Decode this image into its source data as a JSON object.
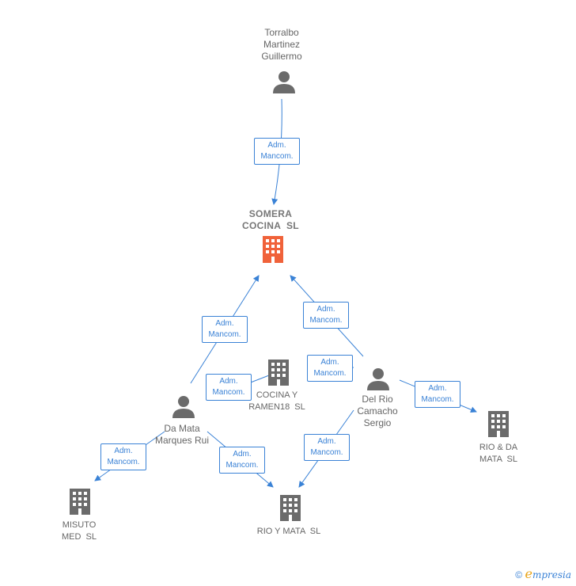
{
  "nodes": {
    "torralbo": {
      "label_lines": [
        "Torralbo",
        "Martinez",
        "Guillermo"
      ],
      "type": "person-icon"
    },
    "somera": {
      "label_lines": [
        "SOMERA",
        "COCINA  SL"
      ],
      "type": "building-icon",
      "color": "#f0623a"
    },
    "cocina_ramen": {
      "label_lines": [
        "COCINA Y",
        "RAMEN18  SL"
      ],
      "type": "building-icon"
    },
    "del_rio": {
      "label_lines": [
        "Del Rio",
        "Camacho",
        "Sergio"
      ],
      "type": "person-icon"
    },
    "da_mata": {
      "label_lines": [
        "Da Mata",
        "Marques Rui"
      ],
      "type": "person-icon"
    },
    "rio_da_mata": {
      "label_lines": [
        "RIO & DA",
        "MATA  SL"
      ],
      "type": "building-icon"
    },
    "misuto": {
      "label_lines": [
        "MISUTO",
        "MED  SL"
      ],
      "type": "building-icon"
    },
    "rio_y_mata": {
      "label_lines": [
        "RIO Y MATA  SL"
      ],
      "type": "building-icon"
    }
  },
  "edge_label": {
    "line1": "Adm.",
    "line2": "Mancom."
  },
  "colors": {
    "edge": "#3a82d6",
    "icon": "#6b6b6b",
    "main_building": "#f0623a"
  },
  "brand": {
    "copyright": "©",
    "e": "e",
    "rest": "mpresia"
  }
}
